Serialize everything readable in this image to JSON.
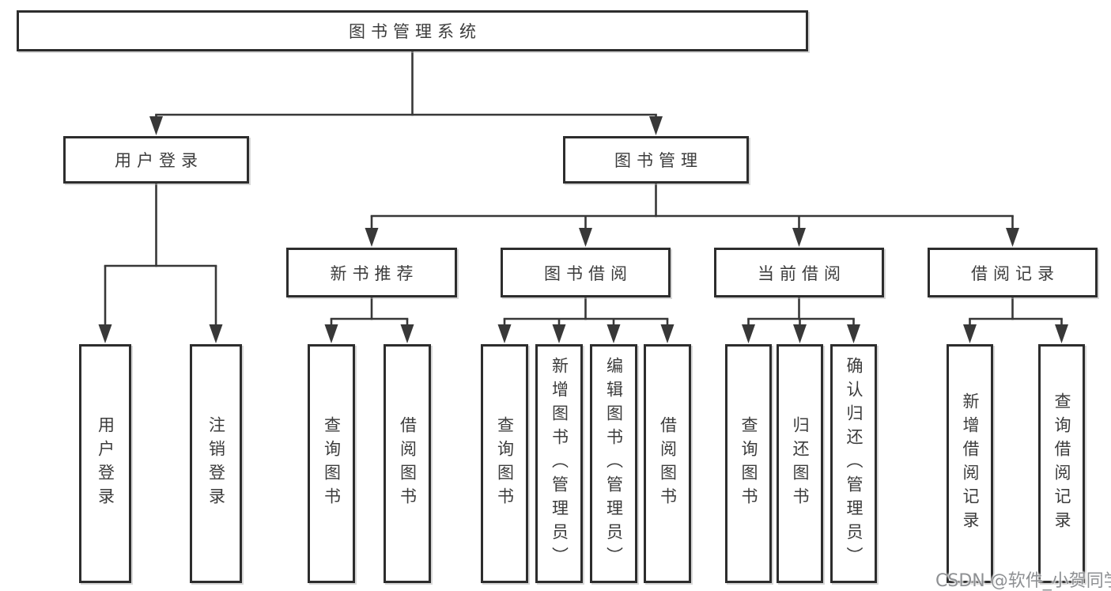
{
  "nodes": {
    "root": "图书管理系统",
    "user_login": "用户登录",
    "book_management": "图书管理",
    "new_book_recommend": "新书推荐",
    "book_borrow": "图书借阅",
    "current_borrow": "当前借阅",
    "borrow_records": "借阅记录",
    "leaf_user_login": "用户登录",
    "leaf_logout": "注销登录",
    "nbr_query": "查询图书",
    "nbr_borrow": "借阅图书",
    "bb_query": "查询图书",
    "bb_add": "新增图书（管理员）",
    "bb_edit": "编辑图书（管理员）",
    "bb_borrow": "借阅图书",
    "cb_query": "查询图书",
    "cb_return": "归还图书",
    "cb_confirm": "确认归还（管理员）",
    "br_add": "新增借阅记录",
    "br_query": "查询借阅记录"
  },
  "hierarchy": {
    "root": "图书管理系统",
    "children": [
      {
        "label": "用户登录",
        "children": [
          "用户登录",
          "注销登录"
        ]
      },
      {
        "label": "图书管理",
        "children": [
          {
            "label": "新书推荐",
            "children": [
              "查询图书",
              "借阅图书"
            ]
          },
          {
            "label": "图书借阅",
            "children": [
              "查询图书",
              "新增图书（管理员）",
              "编辑图书（管理员）",
              "借阅图书"
            ]
          },
          {
            "label": "当前借阅",
            "children": [
              "查询图书",
              "归还图书",
              "确认归还（管理员）"
            ]
          },
          {
            "label": "借阅记录",
            "children": [
              "新增借阅记录",
              "查询借阅记录"
            ]
          }
        ]
      }
    ]
  },
  "watermark": "CSDN @软件_小贺同学",
  "colors": {
    "background": "#ffffff",
    "box_border": "#2d2d2d",
    "line": "#383838",
    "text": "#3c3c3c",
    "watermark": "#8e9093"
  }
}
